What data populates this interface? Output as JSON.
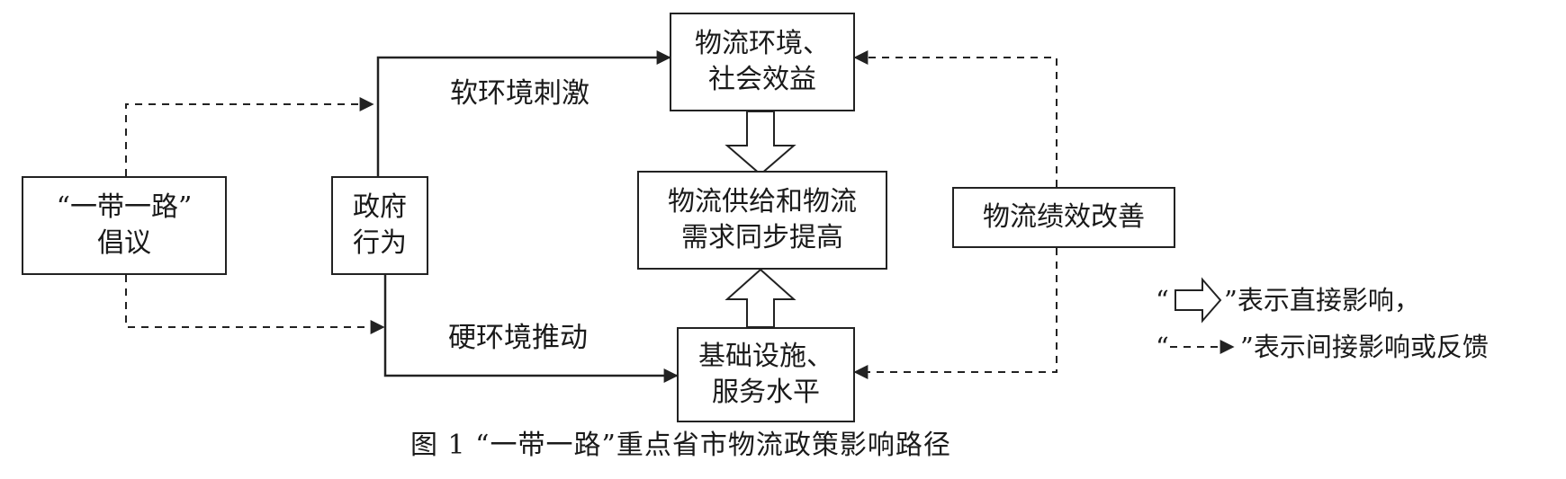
{
  "nodes": {
    "initiative": {
      "line1": "“一带一路”",
      "line2": "倡议"
    },
    "government": {
      "line1": "政府",
      "line2": "行为"
    },
    "environment": {
      "line1": "物流环境、",
      "line2": "社会效益"
    },
    "sync": {
      "line1": "物流供给和物流",
      "line2": "需求同步提高"
    },
    "infrastructure": {
      "line1": "基础设施、",
      "line2": "服务水平"
    },
    "performance": {
      "line1": "物流绩效改善"
    }
  },
  "edge_labels": {
    "soft": "软环境刺激",
    "hard": "硬环境推动"
  },
  "legend": {
    "direct_open": "“",
    "direct_text": "”表示直接影响，",
    "indirect_open": "“",
    "indirect_text": "”表示间接影响或反馈"
  },
  "caption": "图 1  “一带一路”重点省市物流政策影响路径"
}
